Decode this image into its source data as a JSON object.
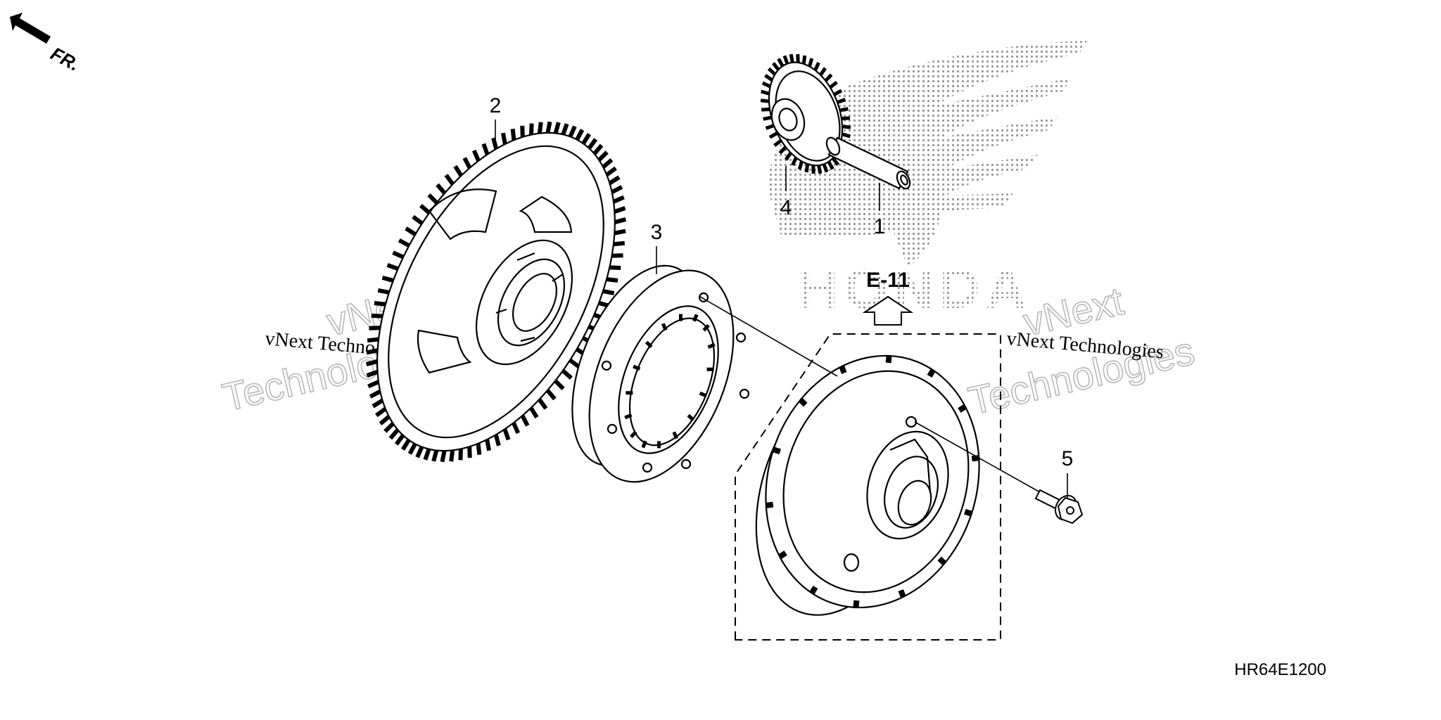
{
  "diagram": {
    "orientation_label": "FR.",
    "reference_label": "E-11",
    "diagram_code": "HR64E1200",
    "callouts": {
      "c1": "1",
      "c2": "2",
      "c3": "3",
      "c4": "4",
      "c5": "5"
    },
    "watermarks": {
      "left_serif": "vNext Technologies",
      "right_serif": "vNext Technologies",
      "left_outline_line1": "vNext",
      "left_outline_line2": "Technologies",
      "right_outline_line1": "vNext",
      "right_outline_line2": "Technologies"
    },
    "background_logo_text": "HONDA",
    "colors": {
      "line": "#000000",
      "logo_dots": "#8c8c8c",
      "watermark": "#b8b8b8",
      "background": "#ffffff"
    },
    "icons": [
      "front-direction-arrow-icon",
      "reference-up-arrow-icon",
      "honda-wing-logo"
    ]
  }
}
